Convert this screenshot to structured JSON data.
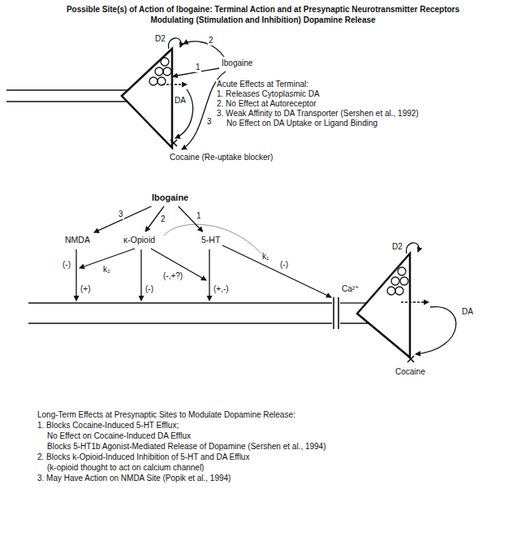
{
  "diagram": {
    "title": "Possible Site(s) of Action of Ibogaine: Terminal Action and at Presynaptic Neurotransmitter Receptors Modulating (Stimulation and Inhibition) Dopamine Release",
    "nodes": [
      {
        "text": [
          "Ibogaine"
        ]
      },
      {
        "text": [
          "NMDA"
        ]
      },
      {
        "text": [
          "κ-Opioid"
        ]
      },
      {
        "text": [
          "5-HT"
        ]
      }
    ],
    "edges": [
      {
        "from": 0,
        "to": 1,
        "arrow": "to",
        "label": "3"
      },
      {
        "from": 0,
        "to": 2,
        "arrow": "to",
        "label": "2"
      },
      {
        "from": 0,
        "to": 3,
        "arrow": "to",
        "label": "1"
      }
    ],
    "labels": [
      "D2",
      "Ibogaine",
      "1",
      "2",
      "3",
      "DA",
      "Cocaine (Re-uptake blocker)",
      "Acute Effects at Terminal:",
      "1. Releases Cytoplasmic DA",
      "2. No Effect at Autoreceptor",
      "3. Weak Affinity to DA Transporter (Sershen et al., 1992)",
      "No Effect on DA Uptake or Ligand Binding",
      "(-)",
      "(+)",
      "k₂",
      "(-)",
      "(-,+?)",
      "(+,-)",
      "k₁",
      "(-)",
      "Ca²⁺",
      "D2",
      "DA",
      "Cocaine",
      "Long-Term Effects at Presynaptic Sites to Modulate Dopamine Release:",
      "1. Blocks Cocaine-Induced 5-HT Efflux;",
      "No Effect on Cocaine-Induced DA Efflux",
      "Blocks 5-HT1b Agonist-Mediated Release of Dopamine (Sershen et al., 1994)",
      "2. Blocks k-Opioid-Induced Inhibition of 5-HT and DA Efflux",
      "(k-opioid thought to act on calcium channel)",
      "3. May Have Action on NMDA Site (Popik et al., 1994)"
    ]
  }
}
